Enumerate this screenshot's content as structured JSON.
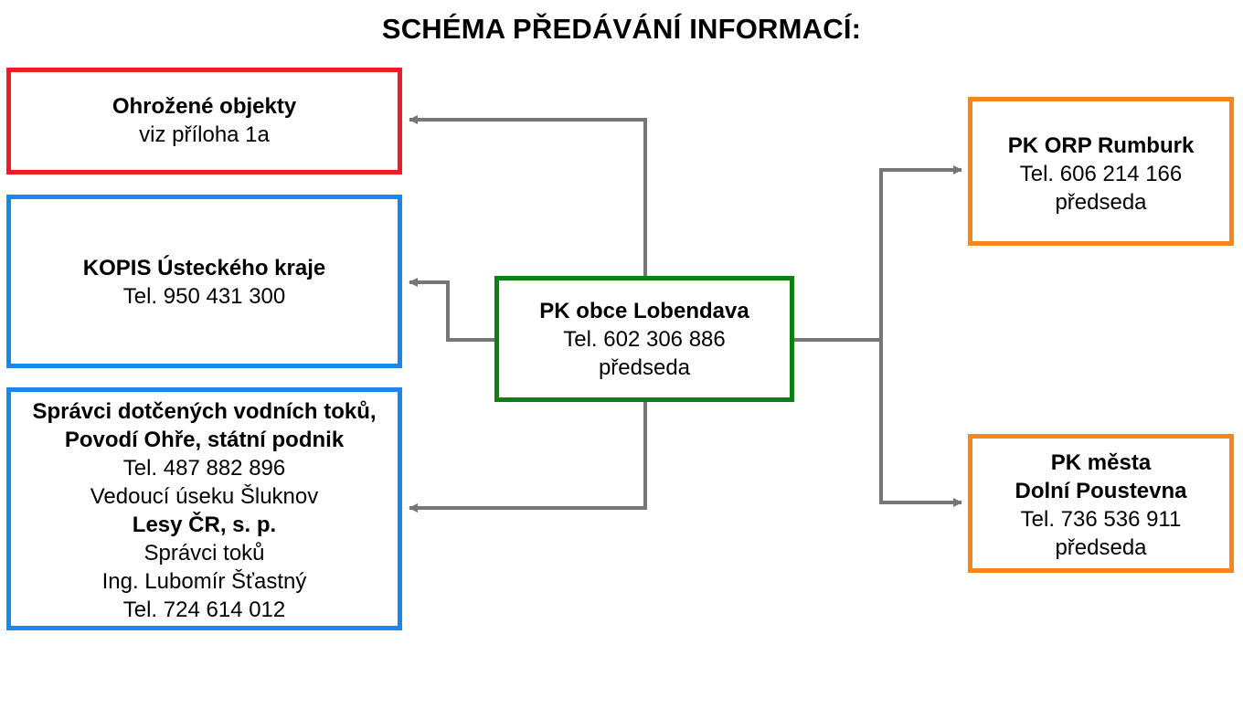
{
  "title": "SCHÉMA PŘEDÁVÁNÍ INFORMACÍ:",
  "colors": {
    "red": "#ee1c25",
    "blue": "#1a86f0",
    "green": "#0e7f12",
    "orange": "#f7861a",
    "connector": "#767676"
  },
  "boxes": {
    "threatened": {
      "lines": [
        {
          "text": "Ohrožené objekty",
          "bold": true
        },
        {
          "text": "viz příloha 1a",
          "bold": false
        }
      ]
    },
    "kopis": {
      "lines": [
        {
          "text": "KOPIS Ústeckého kraje",
          "bold": true
        },
        {
          "text": "Tel. 950 431 300",
          "bold": false
        }
      ]
    },
    "water": {
      "lines": [
        {
          "text": "Správci dotčených vodních toků,",
          "bold": true
        },
        {
          "text": "Povodí Ohře, státní podnik",
          "bold": true
        },
        {
          "text": "Tel. 487 882 896",
          "bold": false
        },
        {
          "text": "Vedoucí úseku Šluknov",
          "bold": false
        },
        {
          "text": "Lesy ČR, s. p.",
          "bold": true
        },
        {
          "text": "Správci toků",
          "bold": false
        },
        {
          "text": "Ing. Lubomír Šťastný",
          "bold": false
        },
        {
          "text": "Tel. 724 614 012",
          "bold": false
        }
      ]
    },
    "center": {
      "lines": [
        {
          "text": "PK obce Lobendava",
          "bold": true
        },
        {
          "text": "Tel. 602 306 886",
          "bold": false
        },
        {
          "text": "předseda",
          "bold": false
        }
      ]
    },
    "rumburk": {
      "lines": [
        {
          "text": "PK ORP Rumburk",
          "bold": true
        },
        {
          "text": "Tel.  606 214 166",
          "bold": false
        },
        {
          "text": "předseda",
          "bold": false
        }
      ]
    },
    "poustevna": {
      "lines": [
        {
          "text": "PK města",
          "bold": true
        },
        {
          "text": "Dolní Poustevna",
          "bold": true
        },
        {
          "text": "Tel. 736 536 911",
          "bold": false
        },
        {
          "text": "předseda",
          "bold": false
        }
      ]
    }
  }
}
